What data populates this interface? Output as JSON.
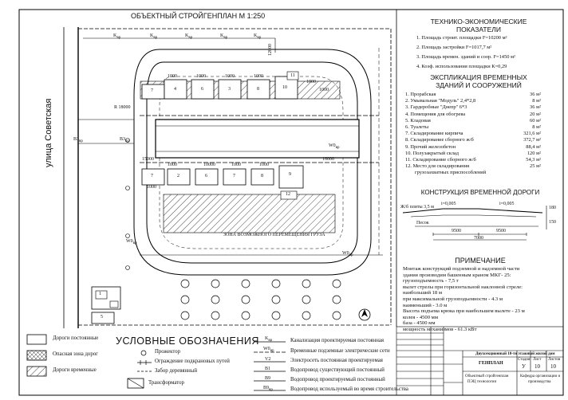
{
  "plan": {
    "title": "ОБЪЕКТНЫЙ СТРОЙГЕНПЛАН М 1:250",
    "street": "улица Советская",
    "cable_label": "K",
    "cable_sub": "вр",
    "w_label": "W0",
    "w_sub": "вр",
    "b_label": "B3",
    "b_sub": "вр",
    "radius_label": "R 18000",
    "danger_zone_label": "ЗОНА ВОЗМОЖНОГО ПЕРЕМЕЩЕНИЯ ГРУЗА",
    "dims": [
      "1000",
      "1000",
      "1000",
      "1000",
      "1000",
      "1000",
      "12000",
      "15000",
      "16000",
      "1000",
      "10000",
      "1000",
      "1000",
      "1000"
    ],
    "building_numbers_top": [
      "7",
      "4",
      "6",
      "3",
      "8",
      "10",
      "11"
    ],
    "building_numbers_bottom": [
      "7",
      "2",
      "6",
      "7",
      "8",
      "9",
      "12"
    ],
    "left_numbers": [
      "1",
      "5"
    ]
  },
  "tep": {
    "title_line1": "ТЕХНИКО-ЭКОНОМИЧЕСКИЕ",
    "title_line2": "ПОКАЗАТЕЛИ",
    "items": [
      "1. Площадь строит. площадки F=10200 м²",
      "2. Площадь застройки F=1017,7 м²",
      "3. Площадь времен. зданий и соор. F=1450 м²",
      "4. Коэф. использования площадки К=0,29"
    ]
  },
  "expl": {
    "title_line1": "ЭКСПЛИКАЦИЯ ВРЕМЕННЫХ",
    "title_line2": "ЗДАНИЙ И СООРУЖЕНИЙ",
    "items": [
      {
        "name": "1. Прорабская",
        "value": "36 м²"
      },
      {
        "name": "2. Умывальная \"Модуль\" 2,4*2,8",
        "value": "8 м²"
      },
      {
        "name": "3. Гардеробные \"Днепр\" 6*3",
        "value": "36 м²"
      },
      {
        "name": "4. Помещения для обогрева",
        "value": "20 м²"
      },
      {
        "name": "5. Кладовая",
        "value": "60 м²"
      },
      {
        "name": "6. Туалеты",
        "value": "8 м²"
      },
      {
        "name": "7. Складирование кирпича",
        "value": "321,6 м²"
      },
      {
        "name": "8. Складирование сборного ж/б",
        "value": "372,7 м²"
      },
      {
        "name": "9. Прочий железобетон",
        "value": "88,4 м²"
      },
      {
        "name": "10. Полузакрытый склад",
        "value": "120 м²"
      },
      {
        "name": "11. Складирование сборного ж/б",
        "value": "54,3 м²"
      },
      {
        "name": "12. Место для складирования",
        "value": "25 м²"
      },
      {
        "name": "грузозахватных приспособлений",
        "value": ""
      }
    ]
  },
  "road": {
    "title": "КОНСТРУКЦИЯ ВРЕМЕННОЙ ДОРОГИ",
    "slab_label": "Ж/б плиты",
    "thickness": "3,5 м",
    "slope_left": "i=0,005",
    "slope_right": "i=0,005",
    "sand_label": "Песок",
    "dim_left": "9500",
    "dim_right": "9500",
    "dim_total": "7000",
    "dim_h1": "180",
    "dim_h2": "150"
  },
  "notes": {
    "title": "ПРИМЕЧАНИЕ",
    "lines": [
      "Монтаж конструкций подземной и надземной части",
      "здания производим башенным краном МКГ- 25:",
      "грузоподъемность - 7,5 т",
      "вылет стрелы при горизонтальной наклонной стреле:",
      "наибольший 18 м",
      "при максимальной грузоподьемности - 4.3 м",
      "наименьший - 3.0 м",
      "Высота подъема крюка при наибольшем вылете - 23 м",
      "колея - 4500 мм",
      "база - 4500 мм",
      "мощность механизмов - 61.3 кВт"
    ]
  },
  "legend": {
    "title": "УСЛОВНЫЕ ОБОЗНАЧЕНИЯ",
    "left": [
      "Дороги постоянные",
      "Опасная зона дорог",
      "Дороги временные"
    ],
    "middle": [
      "Прожектор",
      "Ограждение подкрановых путей",
      "Забор деревянный",
      "Трансформатор"
    ],
    "right": [
      "Канализация проектируемая постоянная",
      "Временные подземные электрические сети",
      "Электросеть постоянная проектируемая",
      "Водопровод существующий постоянный",
      "Водопровод проектируемый постоянный",
      "Водопровод используемый во время строительства"
    ],
    "line_codes": [
      "K",
      "W0",
      "V2",
      "B1",
      "B9",
      "B9"
    ],
    "line_code_subs": [
      "вр",
      "вр",
      "",
      "",
      "",
      "вр"
    ]
  },
  "titleblock": {
    "header": "Двухсекционный 10-ти этажный жилой дом",
    "stage_head": "Стадия",
    "sheet_head": "Лист",
    "sheets_head": "Листов",
    "name": "ГЕНПЛАН",
    "stage": "У",
    "sheet": "10",
    "sheets": "10",
    "left_caption_1": "Объектный стройгенплан",
    "left_caption_2": "ПЭЦ технологии",
    "dept_1": "Кафедра организации и",
    "dept_2": "производства"
  }
}
